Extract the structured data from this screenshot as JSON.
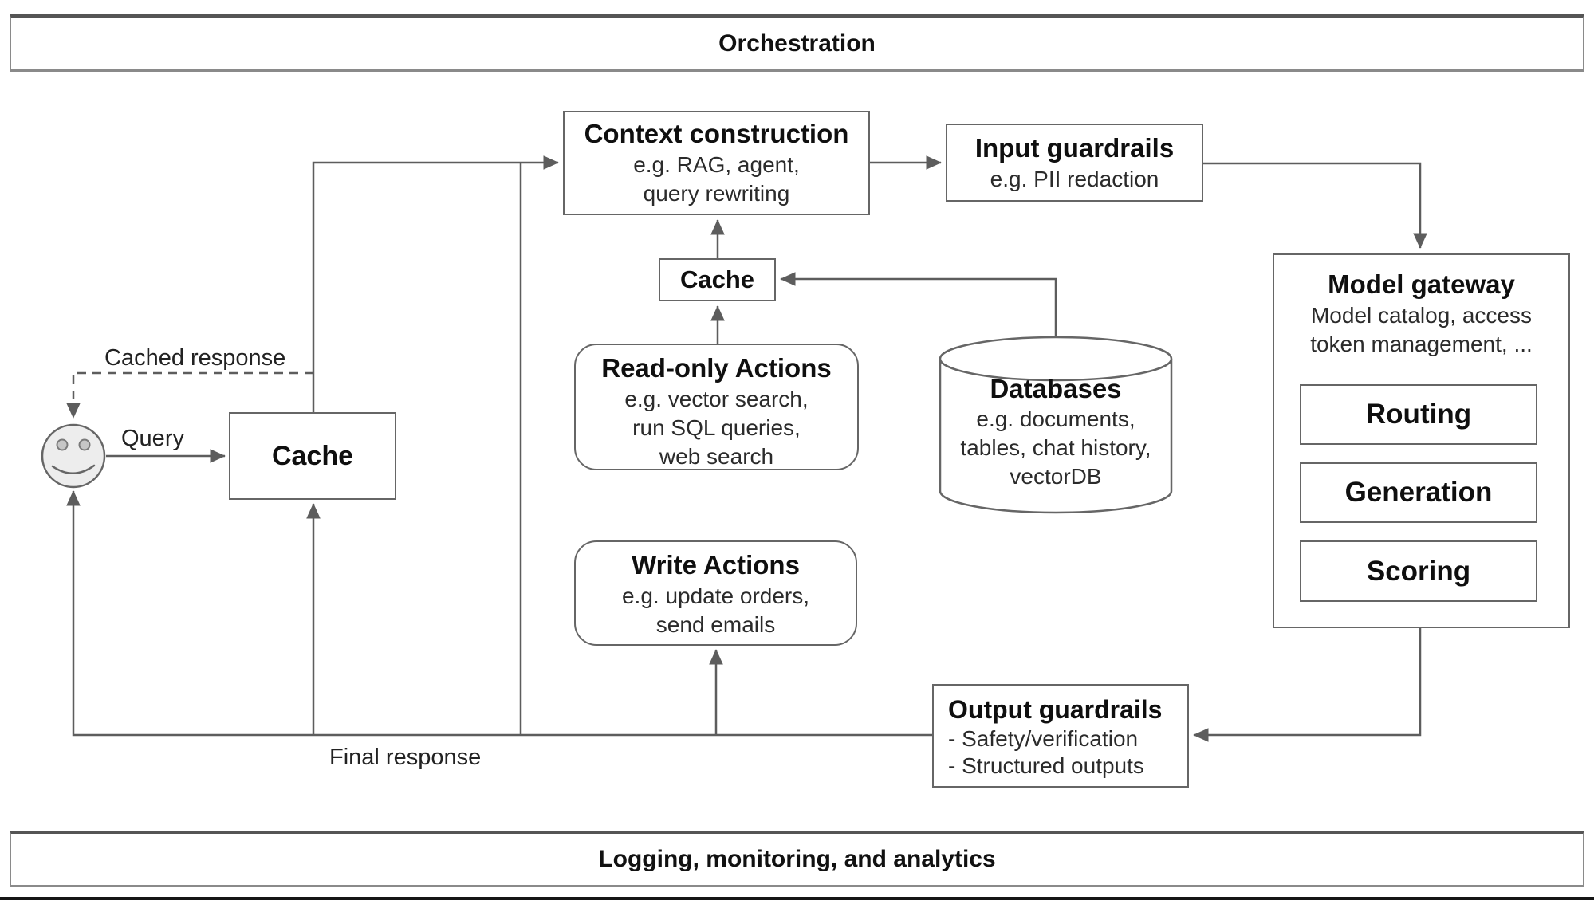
{
  "colors": {
    "line": "#5d5d5d",
    "box_border": "#666666",
    "band_border": "#8a8a8a",
    "title_text": "#0f0f0f",
    "body_text": "#2b2b2b",
    "face_fill": "#ededed",
    "bottom_bar": "#151515"
  },
  "bands": {
    "top": "Orchestration",
    "bottom": "Logging, monitoring, and analytics"
  },
  "labels": {
    "query": "Query",
    "cached_response": "Cached response",
    "final_response": "Final response"
  },
  "nodes": {
    "cache_left": {
      "title": "Cache"
    },
    "cache_mid": {
      "title": "Cache"
    },
    "context_construction": {
      "title": "Context construction",
      "lines": [
        "e.g. RAG, agent,",
        "query rewriting"
      ]
    },
    "input_guardrails": {
      "title": "Input guardrails",
      "lines": [
        "e.g. PII redaction"
      ]
    },
    "model_gateway": {
      "title": "Model gateway",
      "lines": [
        "Model catalog, access",
        "token management, ..."
      ],
      "children": [
        "Routing",
        "Generation",
        "Scoring"
      ]
    },
    "read_only_actions": {
      "title": "Read-only Actions",
      "lines": [
        "e.g. vector search,",
        "run SQL queries,",
        "web search"
      ]
    },
    "write_actions": {
      "title": "Write Actions",
      "lines": [
        "e.g. update orders,",
        "send emails"
      ]
    },
    "databases": {
      "title": "Databases",
      "lines": [
        "e.g. documents,",
        "tables, chat history,",
        "vectorDB"
      ]
    },
    "output_guardrails": {
      "title": "Output guardrails",
      "lines": [
        "- Safety/verification",
        "- Structured outputs"
      ]
    }
  }
}
